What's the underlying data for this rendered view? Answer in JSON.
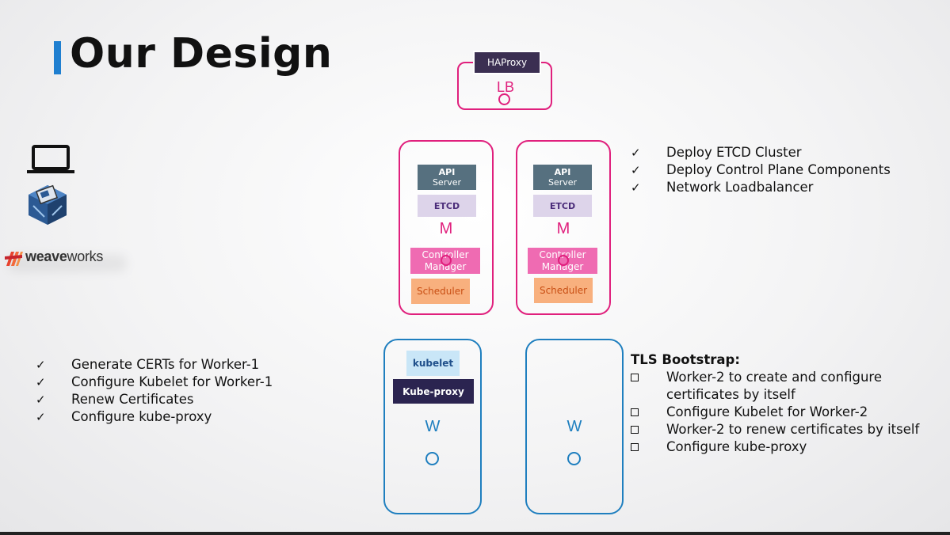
{
  "title": "Our Design",
  "logos": {
    "weaveworks": {
      "bold": "weave",
      "light": "works"
    }
  },
  "load_balancer": {
    "component": "HAProxy",
    "label": "LB"
  },
  "masters": [
    {
      "api_line1": "API",
      "api_line2": "Server",
      "etcd": "ETCD",
      "label": "M",
      "ctrl_line1": "Controller",
      "ctrl_line2": "Manager",
      "scheduler": "Scheduler"
    },
    {
      "api_line1": "API",
      "api_line2": "Server",
      "etcd": "ETCD",
      "label": "M",
      "ctrl_line1": "Controller",
      "ctrl_line2": "Manager",
      "scheduler": "Scheduler"
    }
  ],
  "workers": [
    {
      "kubelet": "kubelet",
      "kube_proxy": "Kube-proxy",
      "label": "W"
    },
    {
      "label": "W"
    }
  ],
  "master_tasks": {
    "marker": "✓",
    "items": [
      "Deploy ETCD Cluster",
      "Deploy Control Plane Components",
      "Network Loadbalancer"
    ]
  },
  "worker1_tasks": {
    "marker": "✓",
    "items": [
      "Generate CERTs for Worker-1",
      "Configure Kubelet for Worker-1",
      "Renew Certificates",
      "Configure kube-proxy"
    ]
  },
  "tls_bootstrap": {
    "title": "TLS Bootstrap:",
    "items": [
      {
        "line1": "Worker-2 to create and configure",
        "line2": "certificates by itself"
      },
      {
        "line1": "Configure Kubelet for Worker-2"
      },
      {
        "line1": "Worker-2 to renew certificates by itself"
      },
      {
        "line1": "Configure kube-proxy"
      }
    ]
  },
  "colors": {
    "accent_blue": "#1f7fd0",
    "master_pink": "#e0207d",
    "worker_blue": "#1f7fbf"
  }
}
